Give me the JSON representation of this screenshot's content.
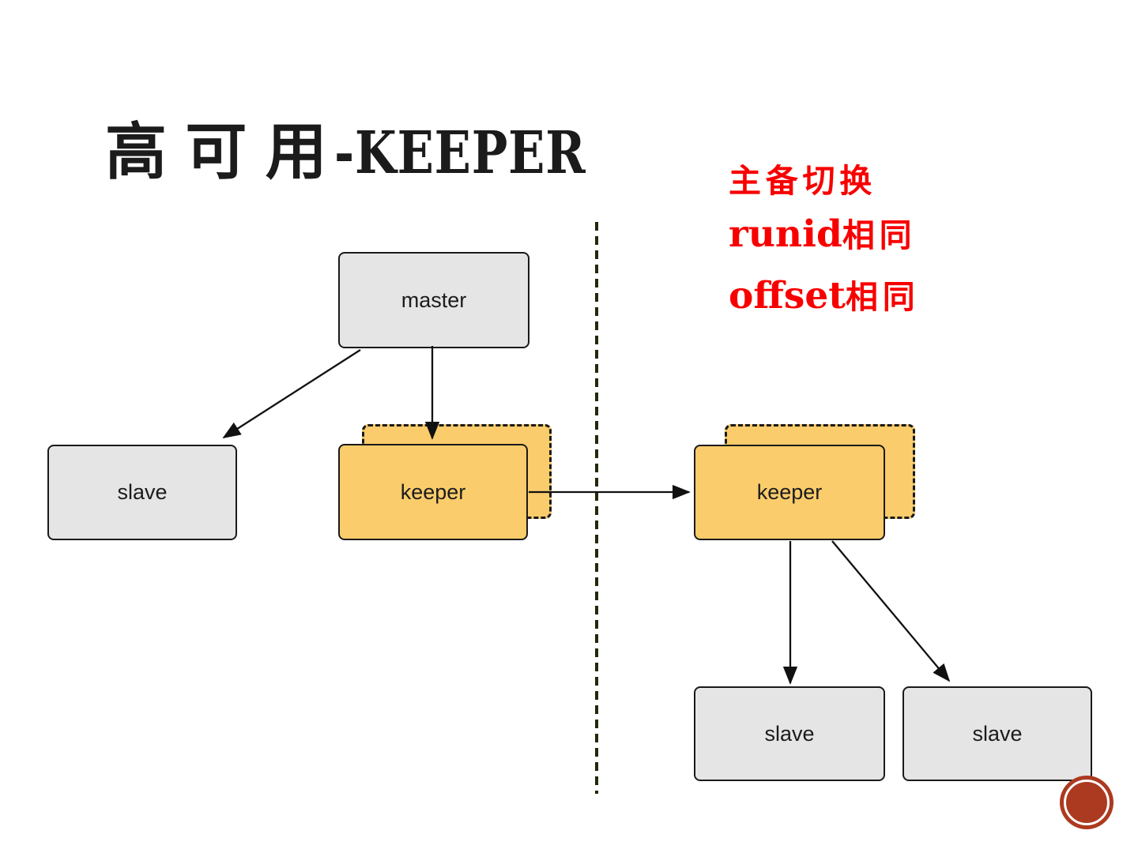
{
  "slide": {
    "title": {
      "cjk": "高可用",
      "latin": "-KEEPER"
    },
    "annotation": {
      "color": "#F90000",
      "lines": [
        {
          "latin": "",
          "cjk": "主备切换"
        },
        {
          "latin": "runid",
          "cjk": "相同"
        },
        {
          "latin": "offset",
          "cjk": "相同"
        }
      ]
    },
    "nodes": {
      "master": {
        "label": "master"
      },
      "slave_left": {
        "label": "slave"
      },
      "keeper_left": {
        "label": "keeper"
      },
      "keeper_right": {
        "label": "keeper"
      },
      "slave_bottom_left": {
        "label": "slave"
      },
      "slave_bottom_right": {
        "label": "slave"
      }
    },
    "edges": [
      {
        "from": "master",
        "to": "slave_left"
      },
      {
        "from": "master",
        "to": "keeper_left"
      },
      {
        "from": "keeper_left",
        "to": "keeper_right"
      },
      {
        "from": "keeper_right",
        "to": "slave_bottom_left"
      },
      {
        "from": "keeper_right",
        "to": "slave_bottom_right"
      }
    ],
    "divider": {
      "style": "dashed-vertical"
    },
    "colors": {
      "node_gray": "#E5E5E5",
      "node_orange": "#FACC6B",
      "node_border": "#1A1A1A",
      "annotation_red": "#F90000",
      "logo_red": "#AC3A20",
      "divider": "#1F2A08"
    },
    "icons": {
      "logo": "red-circle-logo"
    }
  }
}
